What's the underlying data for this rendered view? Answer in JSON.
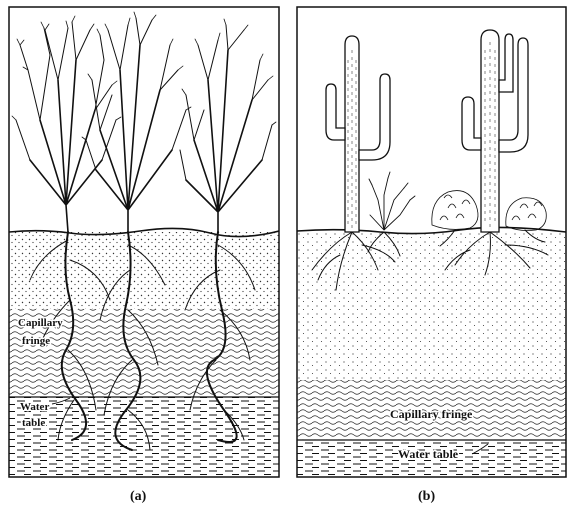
{
  "panels": [
    {
      "id": "a",
      "caption": "(a)",
      "labels": {
        "capillary_line1": "Capillary",
        "capillary_line2": "fringe",
        "water_line1": "Water",
        "water_line2": "table"
      }
    },
    {
      "id": "b",
      "caption": "(b)",
      "labels": {
        "capillary": "Capillary fringe",
        "water": "Water table"
      }
    }
  ],
  "colors": {
    "ink": "#111111",
    "paper": "#ffffff",
    "soil_dot": "#333333"
  }
}
